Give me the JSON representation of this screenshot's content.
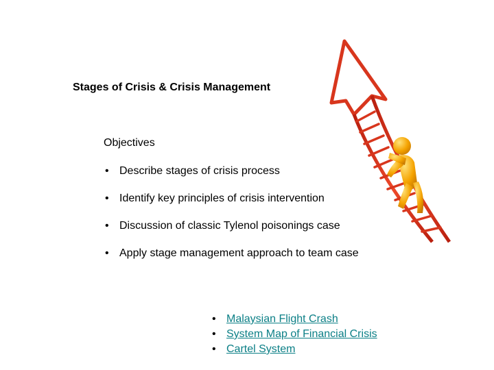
{
  "slide": {
    "title": "Stages of Crisis & Crisis Management",
    "objectives_heading": "Objectives",
    "bullet_symbol": "•",
    "objectives": [
      "Describe stages of crisis process",
      "Identify key principles of crisis intervention",
      "Discussion of classic Tylenol poisonings case",
      "Apply stage management approach to team case"
    ],
    "links": [
      "Malaysian Flight Crash",
      "System Map of Financial Crisis",
      "Cartel System"
    ],
    "colors": {
      "link": "#0b7f86",
      "arrow": "#d8361d",
      "figure": "#f5a300"
    },
    "illustration": "red-arrow-ladder-with-climbing-figure"
  }
}
